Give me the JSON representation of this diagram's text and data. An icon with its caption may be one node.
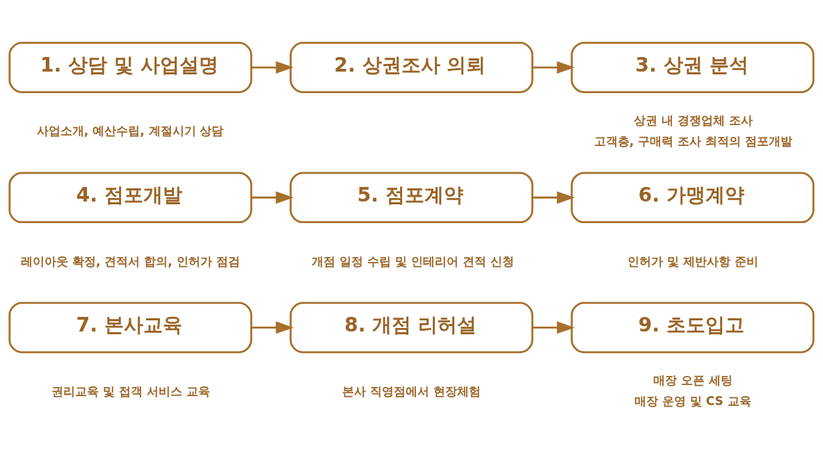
{
  "diagram": {
    "nodes": [
      {
        "text": [
          "1. 상담 및 사업설명"
        ],
        "beside": [
          "사업소개, 예산수립, 계절시기 상담"
        ]
      },
      {
        "text": [
          "2. 상권조사 의뢰"
        ]
      },
      {
        "text": [
          "3. 상권 분석"
        ],
        "beside": [
          "상권 내 경쟁업체 조사",
          "고객층, 구매력 조사 최적의 점포개발"
        ]
      },
      {
        "text": [
          "4. 점포개발"
        ],
        "beside": [
          "레이아웃 확정, 견적서 합의, 인허가 점검"
        ]
      },
      {
        "text": [
          "5. 점포계약"
        ],
        "beside": [
          "개점 일정 수립 및 인테리어 견적 신청"
        ]
      },
      {
        "text": [
          "6. 가맹계약"
        ],
        "beside": [
          "인허가 및 제반사항 준비"
        ]
      },
      {
        "text": [
          "7. 본사교육"
        ],
        "beside": [
          "권리교육 및 접객 서비스 교육"
        ]
      },
      {
        "text": [
          "8. 개점 리허설"
        ],
        "beside": [
          "본사 직영점에서 현장체험"
        ]
      },
      {
        "text": [
          "9. 초도입고"
        ],
        "beside": [
          "매장 오픈 세팅",
          "매장 운영 및 CS 교육"
        ]
      }
    ],
    "edges": [
      {
        "from": 0,
        "to": 1,
        "arrow": "to"
      },
      {
        "from": 1,
        "to": 2,
        "arrow": "to"
      },
      {
        "from": 3,
        "to": 4,
        "arrow": "to"
      },
      {
        "from": 4,
        "to": 5,
        "arrow": "to"
      },
      {
        "from": 6,
        "to": 7,
        "arrow": "to"
      },
      {
        "from": 7,
        "to": 8,
        "arrow": "to"
      }
    ]
  }
}
